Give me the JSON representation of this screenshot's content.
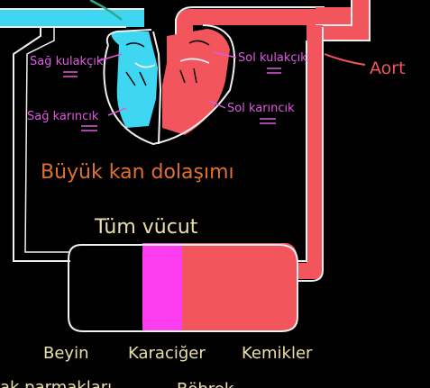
{
  "labels": {
    "right_atrium": "Sağ kulakçık",
    "left_atrium": "Sol kulakçık",
    "right_ventricle": "Sağ karıncık",
    "left_ventricle": "Sol karıncık",
    "aorta": "Aort",
    "circulation_title": "Büyük kan dolaşımı",
    "whole_body": "Tüm vücut",
    "brain": "Beyin",
    "liver": "Karaciğer",
    "bones": "Kemikler",
    "bottom_left_partial": "ak parmakları",
    "bottom_right_partial": "Böbrek"
  },
  "colors": {
    "background": "#000000",
    "deoxygenated_blood": "#3fd6f2",
    "oxygenated_blood": "#f2555c",
    "liver_tissue": "#ff3df0",
    "heart_labels": "#e05ae0",
    "title_text": "#e0702e",
    "aorta_label": "#f2555c",
    "organ_labels": "#e8e0a8",
    "vessel_outline": "#f0f0f0",
    "teal_line": "#2ea88e"
  }
}
